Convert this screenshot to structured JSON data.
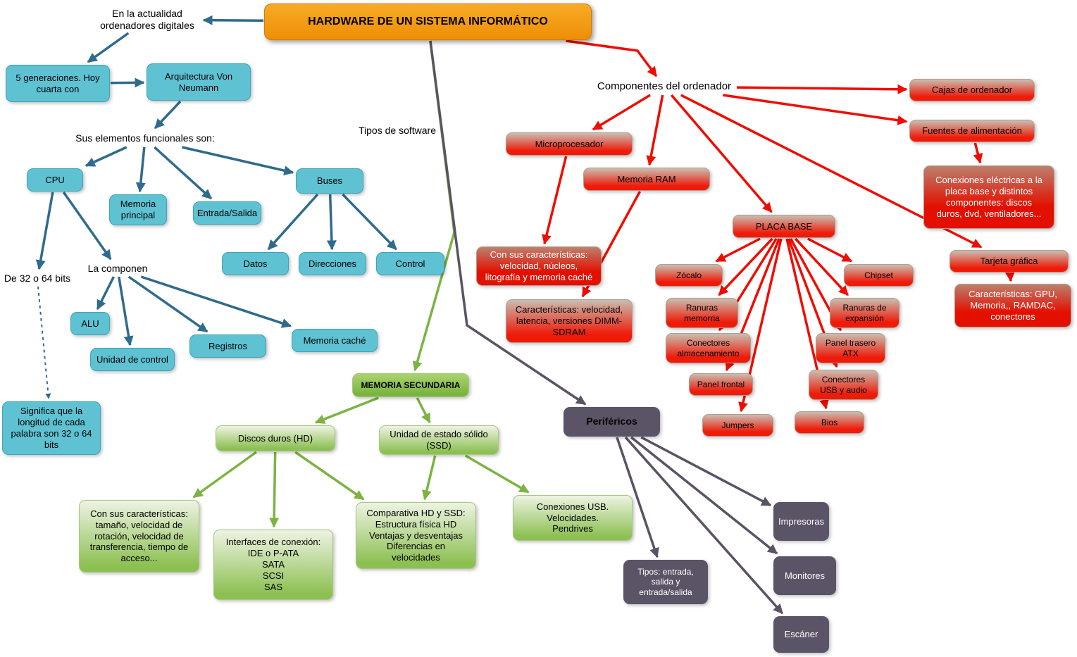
{
  "title": {
    "label": "HARDWARE DE UN SISTEMA INFORMÁTICO"
  },
  "colors": {
    "arrow_blue": "#2f6b8c",
    "arrow_red": "#f00c00",
    "arrow_green": "#7cb342",
    "arrow_dark": "#5a5364",
    "title_bg": "#f49d19",
    "blue_node": "#5ec2d3",
    "red_node": "#ef1a08",
    "green_node": "#8cc052",
    "purple_node": "#5b5366"
  },
  "nodes": {
    "label_actualidad": {
      "label": "En la actualidad\nordenadores digitales"
    },
    "generaciones": {
      "label": "5 generaciones. Hoy\ncuarta con"
    },
    "von_neumann": {
      "label": "Arquitectura Von\nNeumann"
    },
    "label_elementos": {
      "label": "Sus elementos funcionales son:"
    },
    "cpu": {
      "label": "CPU"
    },
    "memoria_principal": {
      "label": "Memoria\nprincipal"
    },
    "entrada_salida": {
      "label": "Entrada/Salida"
    },
    "buses": {
      "label": "Buses"
    },
    "datos": {
      "label": "Datos"
    },
    "direcciones": {
      "label": "Direcciones"
    },
    "control": {
      "label": "Control"
    },
    "label_32_64": {
      "label": "De 32 o 64 bits"
    },
    "label_componen": {
      "label": "La componen"
    },
    "alu": {
      "label": "ALU"
    },
    "unidad_control": {
      "label": "Unidad de control"
    },
    "registros": {
      "label": "Registros"
    },
    "memoria_cache": {
      "label": "Memoria caché"
    },
    "significa": {
      "label": "Significa que la\nlongitud de cada\npalabra son 32 o 64\nbits"
    },
    "label_tipos_software": {
      "label": "Tipos de software"
    },
    "memoria_secundaria": {
      "label": "MEMORIA SECUNDARIA"
    },
    "discos_duros": {
      "label": "Discos duros (HD)"
    },
    "ssd": {
      "label": "Unidad de estado sólido\n(SSD)"
    },
    "caracteristicas_hd": {
      "label": "Con sus características:\ntamaño, velocidad de\nrotación, velocidad de\ntransferencia, tiempo de\nacceso..."
    },
    "interfaces": {
      "label": "Interfaces de conexión:\nIDE o P-ATA\nSATA\nSCSI\nSAS"
    },
    "comparativa": {
      "label": "Comparativa HD y SSD:\nEstructura física HD\nVentajas y desventajas\nDiferencias en\nvelocidades"
    },
    "conexiones_usb_pendrives": {
      "label": "Conexiones USB.\nVelocidades.\nPendrives"
    },
    "label_componentes": {
      "label": "Componentes del ordenador"
    },
    "microprocesador": {
      "label": "Microprocesador"
    },
    "memoria_ram": {
      "label": "Memoria RAM"
    },
    "placa_base": {
      "label": "PLACA BASE"
    },
    "cajas": {
      "label": "Cajas de ordenador"
    },
    "fuentes": {
      "label": "Fuentes de alimentación"
    },
    "conexiones_electricas": {
      "label": "Conexiones eléctricas a la\nplaca base y distintos\ncomponentes: discos\nduros, dvd, ventiladores..."
    },
    "caracteristicas_micro": {
      "label": "Con sus características:\nvelocidad, núcleos,\nlitografía y memoria caché"
    },
    "caracteristicas_ram": {
      "label": "Características: velocidad,\nlatencia, versiones DIMM-\nSDRAM"
    },
    "zocalo": {
      "label": "Zócalo"
    },
    "ranuras_memoria": {
      "label": "Ranuras\nmemorria"
    },
    "conectores_almacenamiento": {
      "label": "Conectores\nalmacenamiento"
    },
    "panel_frontal": {
      "label": "Panel frontal"
    },
    "jumpers": {
      "label": "Jumpers"
    },
    "chipset": {
      "label": "Chipset"
    },
    "ranuras_expansion": {
      "label": "Ranuras de\nexpansión"
    },
    "panel_trasero": {
      "label": "Panel trasero\nATX"
    },
    "conectores_usb_audio": {
      "label": "Conectores\nUSB y audio"
    },
    "bios": {
      "label": "Bios"
    },
    "tarjeta_grafica": {
      "label": "Tarjeta gráfica"
    },
    "caracteristicas_gpu": {
      "label": "Características: GPU,\nMemoria,,  RAMDAC,\nconectores"
    },
    "perifericos": {
      "label": "Periféricos"
    },
    "tipos_entrada": {
      "label": "Tipos: entrada,\nsalida y\nentrada/salida"
    },
    "impresoras": {
      "label": "Impresoras"
    },
    "monitores": {
      "label": "Monitores"
    },
    "escaner": {
      "label": "Escáner"
    }
  },
  "edges": [
    {
      "from": "title",
      "to": "label_actualidad",
      "color": "blue"
    },
    {
      "from": "label_actualidad",
      "to": "generaciones",
      "color": "blue"
    },
    {
      "from": "generaciones",
      "to": "von_neumann",
      "color": "blue"
    },
    {
      "from": "von_neumann",
      "to": "label_elementos",
      "color": "blue"
    },
    {
      "from": "label_elementos",
      "to": "cpu",
      "color": "blue"
    },
    {
      "from": "label_elementos",
      "to": "memoria_principal",
      "color": "blue"
    },
    {
      "from": "label_elementos",
      "to": "entrada_salida",
      "color": "blue"
    },
    {
      "from": "label_elementos",
      "to": "buses",
      "color": "blue"
    },
    {
      "from": "buses",
      "to": "datos",
      "color": "blue"
    },
    {
      "from": "buses",
      "to": "direcciones",
      "color": "blue"
    },
    {
      "from": "buses",
      "to": "control",
      "color": "blue"
    },
    {
      "from": "cpu",
      "to": "label_32_64",
      "color": "blue"
    },
    {
      "from": "cpu",
      "to": "label_componen",
      "color": "blue"
    },
    {
      "from": "label_componen",
      "to": "alu",
      "color": "blue"
    },
    {
      "from": "label_componen",
      "to": "unidad_control",
      "color": "blue"
    },
    {
      "from": "label_componen",
      "to": "registros",
      "color": "blue"
    },
    {
      "from": "label_componen",
      "to": "memoria_cache",
      "color": "blue"
    },
    {
      "from": "label_32_64",
      "to": "significa",
      "color": "blue",
      "dash": true
    },
    {
      "from": "title",
      "to": "label_componentes",
      "color": "red",
      "via": [
        [
          905,
          72
        ]
      ]
    },
    {
      "from": "label_componentes",
      "to": "microprocesador",
      "color": "red"
    },
    {
      "from": "label_componentes",
      "to": "memoria_ram",
      "color": "red"
    },
    {
      "from": "label_componentes",
      "to": "placa_base",
      "color": "red"
    },
    {
      "from": "label_componentes",
      "to": "cajas",
      "color": "red"
    },
    {
      "from": "label_componentes",
      "to": "fuentes",
      "color": "red"
    },
    {
      "from": "label_componentes",
      "to": "tarjeta_grafica",
      "color": "red"
    },
    {
      "from": "microprocesador",
      "to": "caracteristicas_micro",
      "color": "red"
    },
    {
      "from": "memoria_ram",
      "to": "caracteristicas_ram",
      "color": "red"
    },
    {
      "from": "fuentes",
      "to": "conexiones_electricas",
      "color": "red"
    },
    {
      "from": "placa_base",
      "to": "zocalo",
      "color": "red"
    },
    {
      "from": "placa_base",
      "to": "ranuras_memoria",
      "color": "red"
    },
    {
      "from": "placa_base",
      "to": "conectores_almacenamiento",
      "color": "red"
    },
    {
      "from": "placa_base",
      "to": "panel_frontal",
      "color": "red"
    },
    {
      "from": "placa_base",
      "to": "jumpers",
      "color": "red"
    },
    {
      "from": "placa_base",
      "to": "chipset",
      "color": "red"
    },
    {
      "from": "placa_base",
      "to": "ranuras_expansion",
      "color": "red"
    },
    {
      "from": "placa_base",
      "to": "panel_trasero",
      "color": "red"
    },
    {
      "from": "placa_base",
      "to": "conectores_usb_audio",
      "color": "red"
    },
    {
      "from": "placa_base",
      "to": "bios",
      "color": "red"
    },
    {
      "from": "tarjeta_grafica",
      "to": "caracteristicas_gpu",
      "color": "red"
    },
    {
      "from": "title",
      "to": "memoria_secundaria",
      "color": "green",
      "via": [
        [
          645,
          330
        ]
      ]
    },
    {
      "from": "memoria_secundaria",
      "to": "discos_duros",
      "color": "green"
    },
    {
      "from": "memoria_secundaria",
      "to": "ssd",
      "color": "green"
    },
    {
      "from": "discos_duros",
      "to": "caracteristicas_hd",
      "color": "green"
    },
    {
      "from": "discos_duros",
      "to": "interfaces",
      "color": "green"
    },
    {
      "from": "discos_duros",
      "to": "comparativa",
      "color": "green"
    },
    {
      "from": "ssd",
      "to": "comparativa",
      "color": "green"
    },
    {
      "from": "ssd",
      "to": "conexiones_usb_pendrives",
      "color": "green"
    },
    {
      "from": "title",
      "to": "perifericos",
      "color": "dark",
      "via": [
        [
          663,
          462
        ]
      ]
    },
    {
      "from": "perifericos",
      "to": "tipos_entrada",
      "color": "dark"
    },
    {
      "from": "perifericos",
      "to": "impresoras",
      "color": "dark"
    },
    {
      "from": "perifericos",
      "to": "monitores",
      "color": "dark"
    },
    {
      "from": "perifericos",
      "to": "escaner",
      "color": "dark"
    }
  ]
}
